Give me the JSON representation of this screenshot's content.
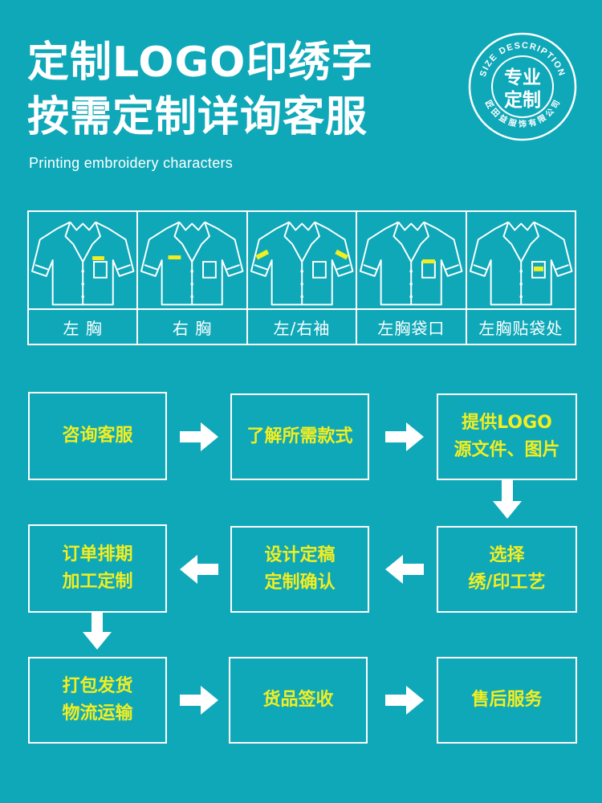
{
  "header": {
    "title_line1": "定制LOGO印绣字",
    "title_line2": "按需定制详询客服",
    "subtitle": "Printing embroidery characters"
  },
  "seal": {
    "ring_text_top": "SIZE DESCRIPTION",
    "ring_text_bottom": "匠 田 益 服 饰 有 限 公 司",
    "center_line1": "专业",
    "center_line2": "定制"
  },
  "positions": [
    {
      "label": "左 胸",
      "marker": "left-chest"
    },
    {
      "label": "右 胸",
      "marker": "right-chest"
    },
    {
      "label": "左/右袖",
      "marker": "sleeves"
    },
    {
      "label": "左胸袋口",
      "marker": "pocket-top"
    },
    {
      "label": "左胸贴袋处",
      "marker": "pocket-patch"
    }
  ],
  "steps": [
    {
      "line1": "咨询客服",
      "line2": ""
    },
    {
      "line1": "了解所需款式",
      "line2": ""
    },
    {
      "line1": "提供LOGO",
      "line2": "源文件、图片"
    },
    {
      "line1": "选择",
      "line2": "绣/印工艺"
    },
    {
      "line1": "设计定稿",
      "line2": "定制确认"
    },
    {
      "line1": "订单排期",
      "line2": "加工定制"
    },
    {
      "line1": "打包发货",
      "line2": "物流运输"
    },
    {
      "line1": "货品签收",
      "line2": ""
    },
    {
      "line1": "售后服务",
      "line2": ""
    }
  ],
  "colors": {
    "background": "#0fa8b8",
    "accent_text": "#f2ee20",
    "marker": "#f2ee20",
    "line": "#ffffff"
  }
}
